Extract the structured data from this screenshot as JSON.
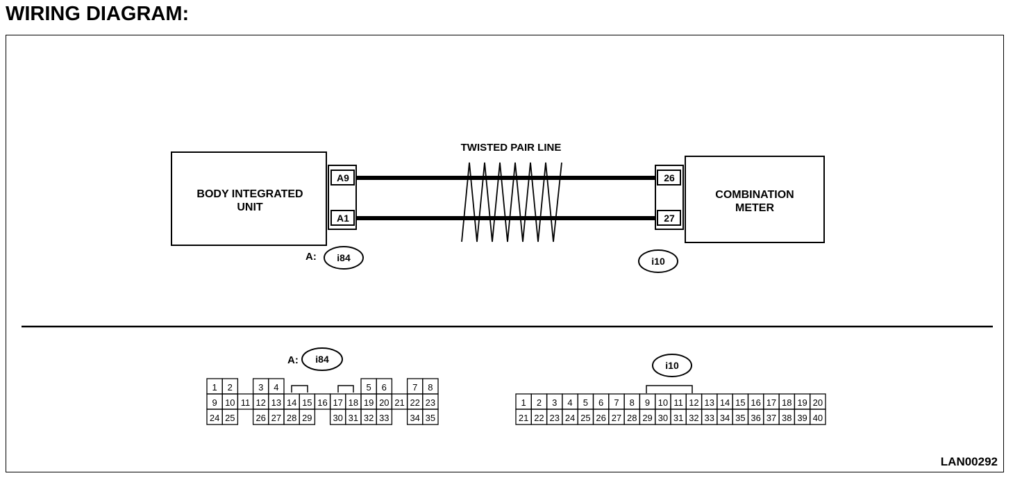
{
  "title": "WIRING DIAGRAM:",
  "twisted_pair_label": "TWISTED PAIR LINE",
  "body_unit": {
    "label_line1": "BODY INTEGRATED",
    "label_line2": "UNIT",
    "pin_top": "A9",
    "pin_bottom": "A1",
    "connector_prefix": "A:",
    "connector_id": "i84"
  },
  "combination_meter": {
    "label_line1": "COMBINATION",
    "label_line2": "METER",
    "pin_top": "26",
    "pin_bottom": "27",
    "connector_id": "i10"
  },
  "connector_i84": {
    "prefix": "A:",
    "id": "i84",
    "row1": [
      "1",
      "2",
      "",
      "3",
      "4",
      "",
      "",
      "",
      "",
      "",
      "5",
      "6",
      "",
      "7",
      "8"
    ],
    "row2": [
      "9",
      "10",
      "11",
      "12",
      "13",
      "14",
      "15",
      "16",
      "17",
      "18",
      "19",
      "20",
      "21",
      "22",
      "23"
    ],
    "row3": [
      "24",
      "25",
      "",
      "26",
      "27",
      "28",
      "29",
      "",
      "30",
      "31",
      "32",
      "33",
      "",
      "34",
      "35"
    ]
  },
  "connector_i10": {
    "id": "i10",
    "row1": [
      "1",
      "2",
      "3",
      "4",
      "5",
      "6",
      "7",
      "8",
      "9",
      "10",
      "11",
      "12",
      "13",
      "14",
      "15",
      "16",
      "17",
      "18",
      "19",
      "20"
    ],
    "row2": [
      "21",
      "22",
      "23",
      "24",
      "25",
      "26",
      "27",
      "28",
      "29",
      "30",
      "31",
      "32",
      "33",
      "34",
      "35",
      "36",
      "37",
      "38",
      "39",
      "40"
    ]
  },
  "figure_code": "LAN00292"
}
